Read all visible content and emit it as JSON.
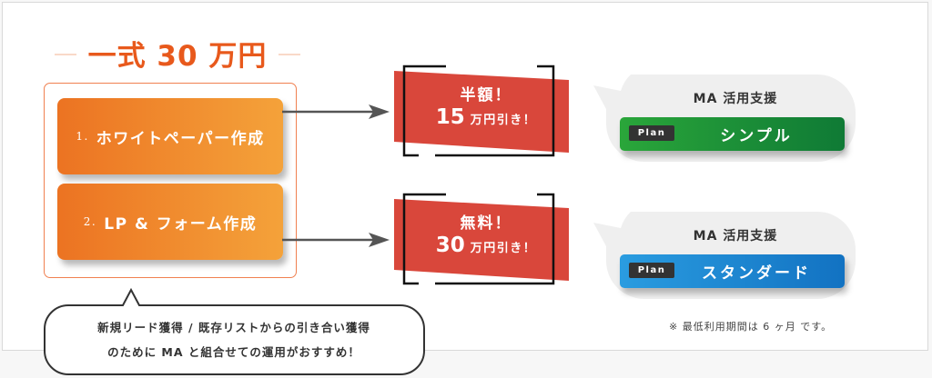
{
  "header": {
    "title": "一式 30 万円"
  },
  "tasks": [
    {
      "number": "1.",
      "label": "ホワイトペーパー作成"
    },
    {
      "number": "2.",
      "label": "LP & フォーム作成"
    }
  ],
  "offers": [
    {
      "headline": "半額！",
      "amount": "15",
      "suffix": "万円引き！"
    },
    {
      "headline": "無料！",
      "amount": "30",
      "suffix": "万円引き！"
    }
  ],
  "plans": [
    {
      "heading": "MA 活用支援",
      "tag": "Plan",
      "name": "シンプル",
      "color": "#1f9038"
    },
    {
      "heading": "MA 活用支援",
      "tag": "Plan",
      "name": "スタンダード",
      "color": "#1e88d4"
    }
  ],
  "footnote": "※ 最低利用期間は 6 ヶ月 です。",
  "callout": {
    "line1": "新規リード獲得 / 既存リストからの引き合い獲得",
    "line2": "のために MA と組合せての運用がおすすめ！"
  },
  "colors": {
    "accent_orange": "#e8591c",
    "offer_red": "#d9473b",
    "plan_green": "#1f9038",
    "plan_blue": "#1e88d4"
  }
}
